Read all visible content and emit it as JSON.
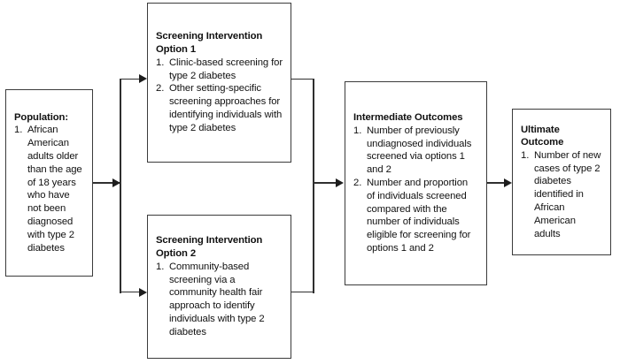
{
  "diagram": {
    "title": "Screening intervention logic model flowchart",
    "colors": {
      "box_border": "#3b3b3b",
      "connector": "#2f2f2f",
      "text": "#111111",
      "background": "#ffffff"
    },
    "nodes": [
      {
        "id": "population",
        "title": "Population:",
        "items": [
          "African American adults older than the age of 18 years who have not been diagnosed with type 2 diabetes"
        ]
      },
      {
        "id": "option1",
        "title": "Screening Intervention Option 1",
        "items": [
          "Clinic-based screening for type 2 diabetes",
          "Other setting-specific screening approaches for identifying individuals with type 2 diabetes"
        ]
      },
      {
        "id": "option2",
        "title": "Screening Intervention Option 2",
        "items": [
          "Community-based screening via a community health fair approach to identify individuals with type 2 diabetes"
        ]
      },
      {
        "id": "intermediate",
        "title": "Intermediate Outcomes",
        "items": [
          "Number of previously undiagnosed individuals screened via options 1 and 2",
          "Number and proportion of individuals screened compared with the number of individuals eligible for screening for options 1 and 2"
        ]
      },
      {
        "id": "ultimate",
        "title": "Ultimate Outcome",
        "items": [
          "Number of new cases of type 2 diabetes identified in African American adults"
        ]
      }
    ],
    "connectors": [
      {
        "id": "population-to-option1",
        "from": "population",
        "to": "option1",
        "style": "elbow-arrow"
      },
      {
        "id": "population-to-option2",
        "from": "population",
        "to": "option2",
        "style": "elbow-arrow"
      },
      {
        "id": "option1-to-intermediate",
        "from": "option1",
        "to": "intermediate",
        "style": "elbow-arrow"
      },
      {
        "id": "option2-to-intermediate",
        "from": "option2",
        "to": "intermediate",
        "style": "elbow-arrow"
      },
      {
        "id": "intermediate-to-ultimate",
        "from": "intermediate",
        "to": "ultimate",
        "style": "straight-arrow"
      }
    ]
  }
}
